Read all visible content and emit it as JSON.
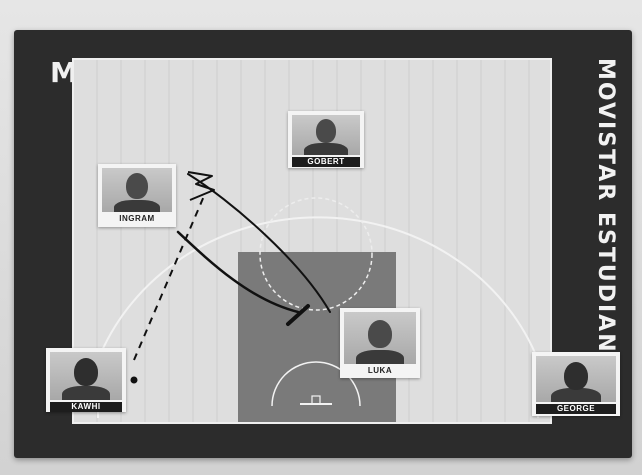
{
  "board": {
    "brand_vertical": "MOVISTAR ESTUDIANTES",
    "logo_letter": "M"
  },
  "players": [
    {
      "name": "GOBERT"
    },
    {
      "name": "INGRAM"
    },
    {
      "name": "LUKA"
    },
    {
      "name": "KAWHI"
    },
    {
      "name": "GEORGE"
    }
  ],
  "colors": {
    "board": "#2c2c2c",
    "court_floor": "#dedede",
    "paint": "#7a7a7a",
    "marker": "#111111"
  }
}
